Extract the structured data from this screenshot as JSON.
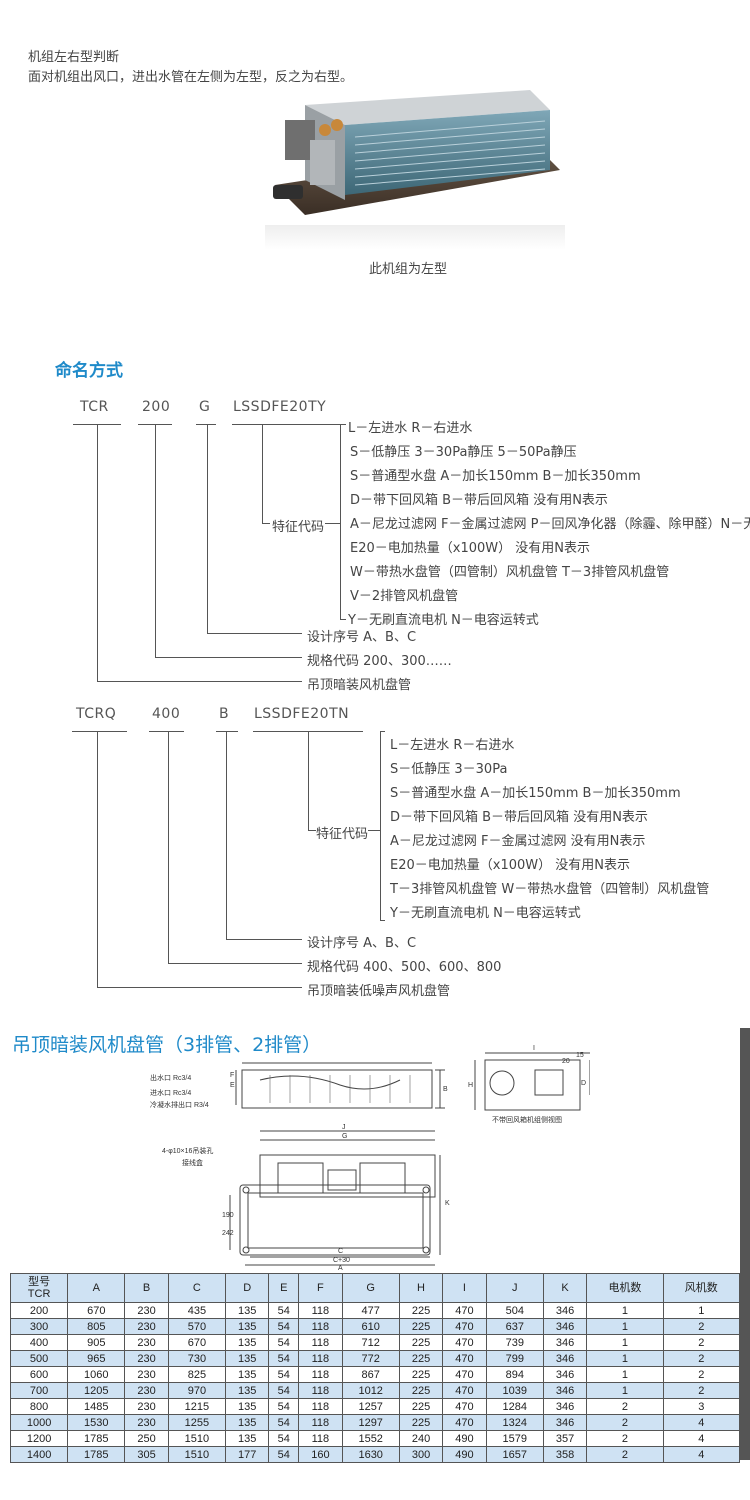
{
  "intro": {
    "title": "机组左右型判断",
    "description": "面对机组出风口，进出水管在左侧为左型，反之为右型。",
    "caption": "此机组为左型"
  },
  "naming": {
    "heading": "命名方式",
    "block1": {
      "codes": [
        "TCR",
        "200",
        "G",
        "LSSDFE20TY"
      ],
      "feature_label": "特征代码",
      "features": [
        "L－左进水          R－右进水",
        "S－低静压          3－30Pa静压          5－50Pa静压",
        "S－普通型水盘    A－加长150mm    B－加长350mm",
        "D－带下回风箱    B－带后回风箱        没有用N表示",
        "A－尼龙过滤网  F－金属过滤网  P－回风净化器（除霾、除甲醛）N－无",
        "E20－电加热量（x100W）    没有用N表示",
        "W－带热水盘管（四管制）风机盘管      T－3排管风机盘管",
        "V－2排管风机盘管",
        "Y－无刷直流电机   N－电容运转式"
      ],
      "design_seq": "设计序号  A、B、C",
      "spec_code": "规格代码  200、300……",
      "product": "吊顶暗装风机盘管"
    },
    "block2": {
      "codes": [
        "TCRQ",
        "400",
        "B",
        "LSSDFE20TN"
      ],
      "feature_label": "特征代码",
      "features": [
        "L－左进水               R－右进水",
        "S－低静压               3－30Pa",
        "S－普通型水盘     A－加长150mm     B－加长350mm",
        "D－带下回风箱     B－带后回风箱         没有用N表示",
        "A－尼龙过滤网     F－金属过滤网         没有用N表示",
        "E20－电加热量（x100W）        没有用N表示",
        "T－3排管风机盘管     W－带热水盘管（四管制）风机盘管",
        "Y－无刷直流电机           N－电容运转式"
      ],
      "design_seq": "设计序号  A、B、C",
      "spec_code": "规格代码  400、500、600、800",
      "product": "吊顶暗装低噪声风机盘管"
    }
  },
  "drawing": {
    "title": "吊顶暗装风机盘管（3排管、2排管）",
    "labels": {
      "outlet": "出水口 Rc3/4",
      "inlet": "进水口 Rc3/4",
      "drain": "冷凝水排出口 R3/4",
      "holes": "4-φ10×16吊装孔",
      "junction": "接线盒",
      "side_note": "不带回风箱机组侧视图",
      "dim_J": "J",
      "dim_G": "G",
      "dim_C": "C",
      "dim_C30": "C+30",
      "dim_A": "A",
      "dim_K": "K",
      "dim_H": "H",
      "dim_I": "I",
      "dim_D": "D",
      "dim_B": "B",
      "dim_E": "E",
      "dim_F": "F",
      "dim_20": "20",
      "dim_15": "15",
      "dim_190": "190",
      "dim_242": "242"
    }
  },
  "table": {
    "headers": [
      "型号\nTCR",
      "A",
      "B",
      "C",
      "D",
      "E",
      "F",
      "G",
      "H",
      "I",
      "J",
      "K",
      "电机数",
      "风机数"
    ],
    "header_model_top": "型号",
    "header_model_bottom": "TCR",
    "rows": [
      [
        "200",
        "670",
        "230",
        "435",
        "135",
        "54",
        "118",
        "477",
        "225",
        "470",
        "504",
        "346",
        "1",
        "1"
      ],
      [
        "300",
        "805",
        "230",
        "570",
        "135",
        "54",
        "118",
        "610",
        "225",
        "470",
        "637",
        "346",
        "1",
        "2"
      ],
      [
        "400",
        "905",
        "230",
        "670",
        "135",
        "54",
        "118",
        "712",
        "225",
        "470",
        "739",
        "346",
        "1",
        "2"
      ],
      [
        "500",
        "965",
        "230",
        "730",
        "135",
        "54",
        "118",
        "772",
        "225",
        "470",
        "799",
        "346",
        "1",
        "2"
      ],
      [
        "600",
        "1060",
        "230",
        "825",
        "135",
        "54",
        "118",
        "867",
        "225",
        "470",
        "894",
        "346",
        "1",
        "2"
      ],
      [
        "700",
        "1205",
        "230",
        "970",
        "135",
        "54",
        "118",
        "1012",
        "225",
        "470",
        "1039",
        "346",
        "1",
        "2"
      ],
      [
        "800",
        "1485",
        "230",
        "1215",
        "135",
        "54",
        "118",
        "1257",
        "225",
        "470",
        "1284",
        "346",
        "2",
        "3"
      ],
      [
        "1000",
        "1530",
        "230",
        "1255",
        "135",
        "54",
        "118",
        "1297",
        "225",
        "470",
        "1324",
        "346",
        "2",
        "4"
      ],
      [
        "1200",
        "1785",
        "250",
        "1510",
        "135",
        "54",
        "118",
        "1552",
        "240",
        "490",
        "1579",
        "357",
        "2",
        "4"
      ],
      [
        "1400",
        "1785",
        "305",
        "1510",
        "177",
        "54",
        "160",
        "1630",
        "300",
        "490",
        "1657",
        "358",
        "2",
        "4"
      ]
    ]
  }
}
